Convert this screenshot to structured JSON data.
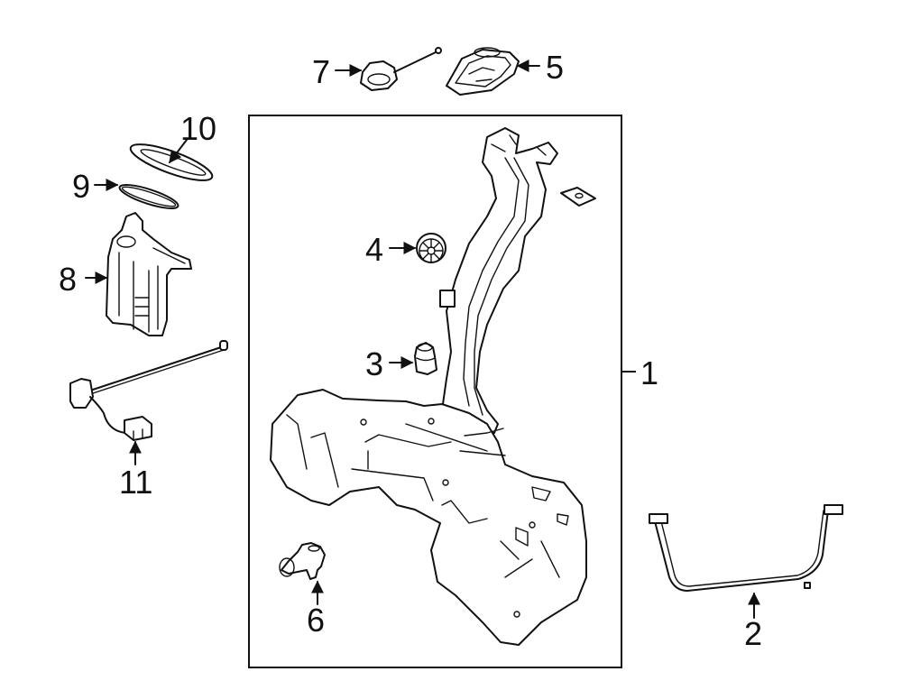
{
  "diagram": {
    "type": "exploded-parts-diagram",
    "colors": {
      "line": "#111111",
      "background": "#ffffff"
    },
    "callouts": [
      {
        "number": "1",
        "part": "fuel-tank-assembly"
      },
      {
        "number": "2",
        "part": "tank-strap"
      },
      {
        "number": "3",
        "part": "plug"
      },
      {
        "number": "4",
        "part": "grommet"
      },
      {
        "number": "5",
        "part": "access-cover"
      },
      {
        "number": "6",
        "part": "pressure-sensor"
      },
      {
        "number": "7",
        "part": "fuel-cap-tether"
      },
      {
        "number": "8",
        "part": "fuel-pump-module"
      },
      {
        "number": "9",
        "part": "seal-ring"
      },
      {
        "number": "10",
        "part": "gasket"
      },
      {
        "number": "11",
        "part": "fuel-level-sender"
      }
    ]
  }
}
